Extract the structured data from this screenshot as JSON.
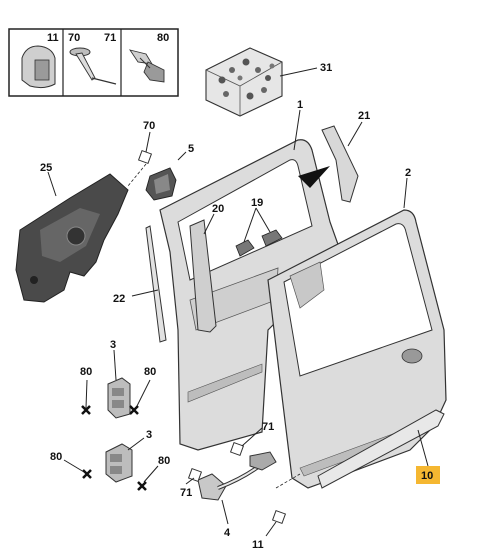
{
  "inset": {
    "headers": [
      "11",
      "70",
      "71",
      "80"
    ]
  },
  "callouts": {
    "c31": "31",
    "c1": "1",
    "c21": "21",
    "c2": "2",
    "c70": "70",
    "c5": "5",
    "c25": "25",
    "c20": "20",
    "c19": "19",
    "c22": "22",
    "c3a": "3",
    "c80a": "80",
    "c80b": "80",
    "c3b": "3",
    "c80c": "80",
    "c80d": "80",
    "c71a": "71",
    "c71b": "71",
    "c4": "4",
    "c11": "11",
    "c10": "10"
  },
  "colors": {
    "part_fill": "#dcdcdc",
    "part_dark": "#4a4a4a",
    "line": "#222222",
    "highlight": "#f5b731"
  }
}
